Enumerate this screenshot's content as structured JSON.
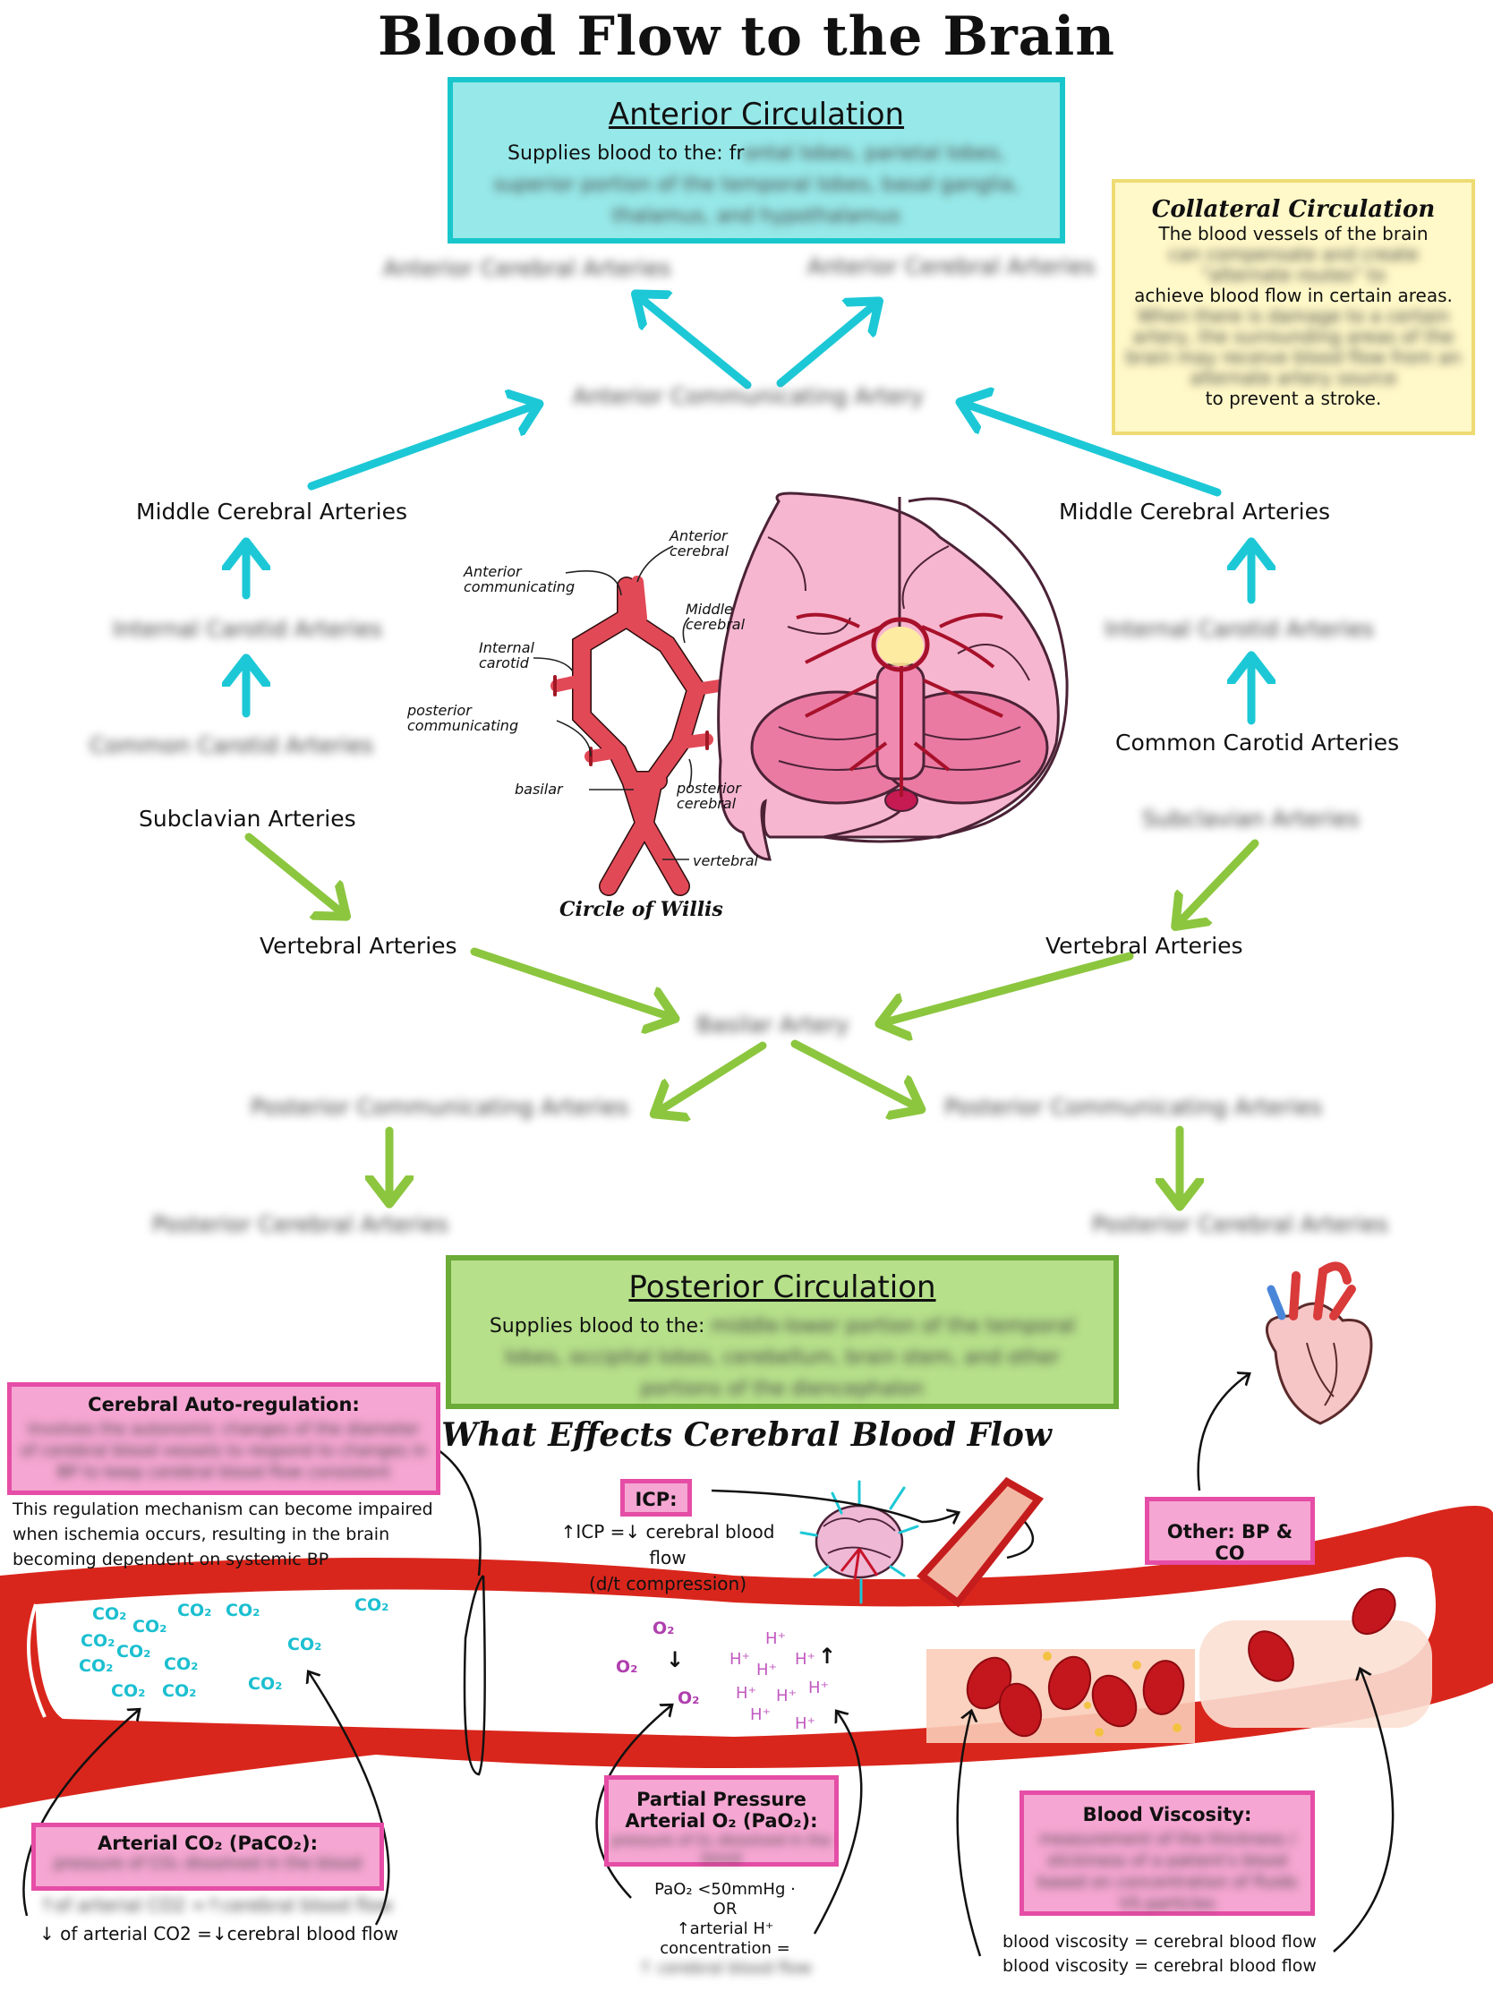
{
  "title": "Blood Flow to the Brain",
  "anterior": {
    "heading": "Anterior Circulation",
    "desc_visible": "Supplies blood to the: fr",
    "desc_blurred": "ontal lobes, parietal lobes, superior portion of the temporal lobes, basal ganglia, thalamus, and hypothalamus"
  },
  "collateral": {
    "title": "Collateral Circulation",
    "line1": "The blood vessels of the brain",
    "blur1": "can compensate and create \"alternate routes\" to",
    "line2": "achieve blood flow in certain areas.",
    "blur2": "When there is damage to a certain artery, the surrounding areas of the brain may receive blood flow from an alternate artery source",
    "line3": "to prevent a stroke."
  },
  "nodes": {
    "ant_cereb_left": "Anterior Cerebral Arteries",
    "ant_cereb_right": "Anterior Cerebral Arteries",
    "ant_comm": "Anterior Communicating Artery",
    "mid_cereb_left": "Middle Cerebral Arteries",
    "mid_cereb_right": "Middle Cerebral Arteries",
    "int_car_left": "Internal Carotid Arteries",
    "int_car_right": "Internal Carotid Arteries",
    "com_car_left": "Common Carotid Arteries",
    "com_car_right": "Common Carotid Arteries",
    "subcl_left": "Subclavian Arteries",
    "subcl_right": "Subclavian Arteries",
    "vert_left": "Vertebral Arteries",
    "vert_right": "Vertebral Arteries",
    "basilar": "Basilar Artery",
    "post_comm_left": "Posterior Communicating Arteries",
    "post_comm_right": "Posterior Communicating Arteries",
    "post_cereb_left": "Posterior Cerebral Arteries",
    "post_cereb_right": "Posterior Cerebral Arteries"
  },
  "circle_of_willis": {
    "caption": "Circle of Willis",
    "labels": {
      "anterior_cerebral": "Anterior cerebral",
      "anterior_communicating": "Anterior communicating",
      "middle_cerebral": "Middle cerebral",
      "internal_carotid": "Internal carotid",
      "posterior_communicating": "posterior communicating",
      "posterior_cerebral": "posterior cerebral",
      "basilar": "basilar",
      "vertebral": "vertebral"
    }
  },
  "posterior": {
    "heading": "Posterior Circulation",
    "desc_visible": "Supplies blood to the:",
    "desc_blurred": "middle-lower portion of the temporal lobes, occipital lobes, cerebellum, brain stem, and other portions of the diencephalon"
  },
  "effects_title": "What Effects Cerebral Blood Flow",
  "autoreg": {
    "title": "Cerebral Auto-regulation:",
    "blurred": "Involves the autonomic changes of the diameter of cerebral blood vessels to respond to changes in BP to keep cerebral blood flow consistent",
    "note": "This regulation mechanism can become impaired when ischemia occurs, resulting in the brain becoming dependent on systemic BP"
  },
  "icp": {
    "title": "ICP:",
    "line1": "↑ICP =↓ cerebral blood flow",
    "line2": "(d/t compression)"
  },
  "other": {
    "title": "Other: BP & CO"
  },
  "paco2": {
    "title": "Arterial CO₂ (PaCO₂):",
    "blurred": "pressure of CO₂ dissolved in the blood",
    "line_blur": "↑of arterial CO2 =↑cerebral blood flow",
    "line2": "↓ of arterial CO2 =↓cerebral blood flow"
  },
  "pao2": {
    "title": "Partial Pressure Arterial O₂ (PaO₂):",
    "blurred": "pressure of O₂ dissolved in the blood",
    "line1": "PaO₂ <50mmHg ·",
    "line2": "OR",
    "line3": "↑arterial H⁺",
    "line4": "concentration =",
    "line_blur": "↑ cerebral blood flow"
  },
  "viscosity": {
    "title": "Blood Viscosity:",
    "blurred": "measurement of the thickness / stickiness of a patient's blood based on concentration of fluids VS particles",
    "line1": "blood viscosity =   cerebral blood flow",
    "line2": "blood viscosity =   cerebral blood flow"
  },
  "vessel": {
    "co2": "CO₂",
    "o2": "O₂",
    "h": "H⁺",
    "down": "↓",
    "up": "↑"
  },
  "colors": {
    "cyan": "#1dc8d6",
    "green": "#8cc63f",
    "vessel_red": "#d9261c",
    "artery": "#e24957",
    "pink_box": "#f5a6d2"
  }
}
